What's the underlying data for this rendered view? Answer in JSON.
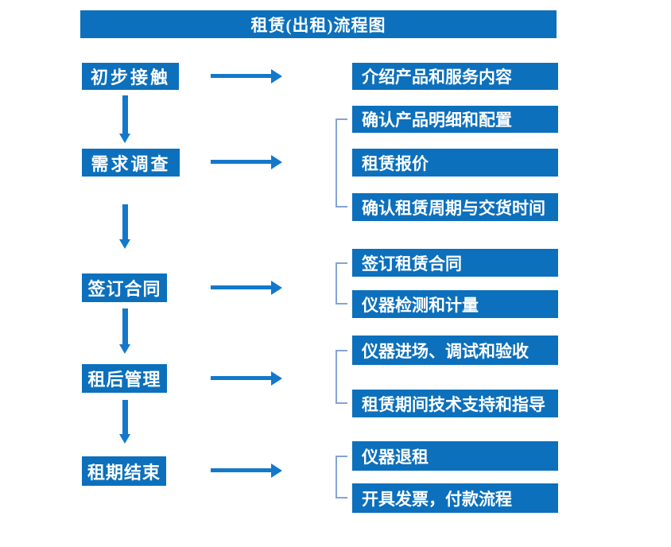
{
  "title": "租赁(出租)流程图",
  "colors": {
    "box_blue": "#0C70BC",
    "arrow_blue": "#1478CA",
    "bracket_blue": "#85A4D6",
    "text_white": "#FFFFFF",
    "page_bg": "#FFFFFF"
  },
  "steps": [
    {
      "label": "初步接触",
      "details": [
        "介绍产品和服务内容"
      ]
    },
    {
      "label": "需求调查",
      "details": [
        "确认产品明细和配置",
        "租赁报价",
        "确认租赁周期与交货时间"
      ]
    },
    {
      "label": "签订合同",
      "details": [
        "签订租赁合同",
        "仪器检测和计量"
      ]
    },
    {
      "label": "租后管理",
      "details": [
        "仪器进场、调试和验收",
        "租赁期间技术支持和指导"
      ]
    },
    {
      "label": "租期结束",
      "details": [
        "仪器退租",
        "开具发票，付款流程"
      ]
    }
  ]
}
